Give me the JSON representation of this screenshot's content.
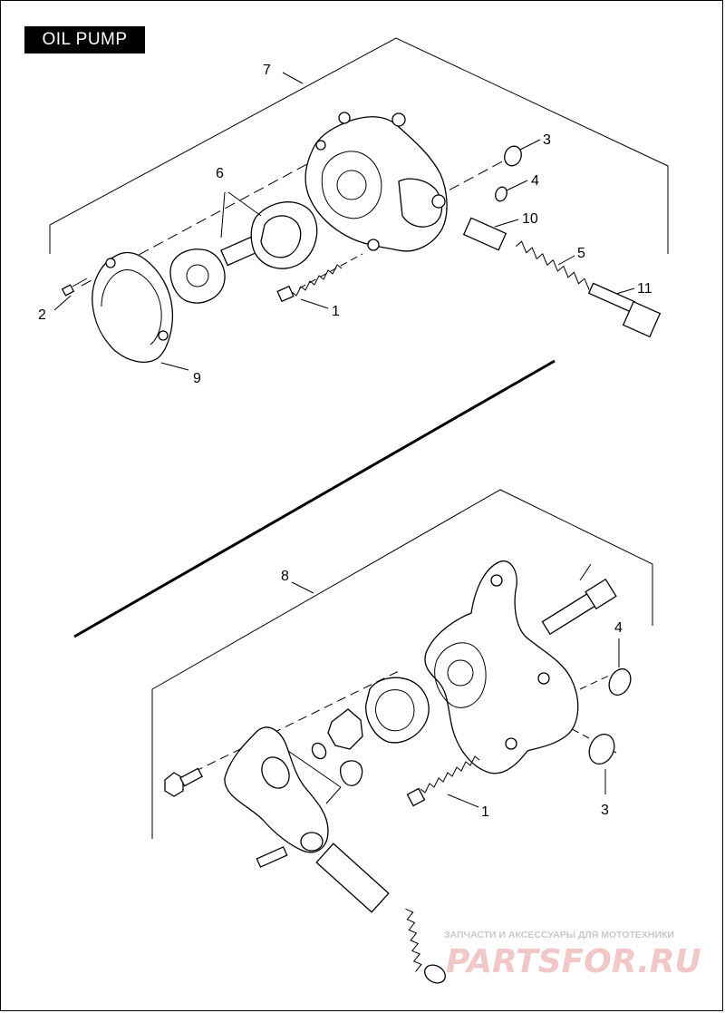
{
  "title": "OIL PUMP",
  "callouts_top": {
    "c1": "1",
    "c2": "2",
    "c3": "3",
    "c4": "4",
    "c5": "5",
    "c6": "6",
    "c7": "7",
    "c9": "9",
    "c10": "10",
    "c11": "11"
  },
  "callouts_bottom": {
    "c1": "1",
    "c3": "3",
    "c4": "4",
    "c8": "8"
  },
  "watermark": {
    "tagline": "ЗАПЧАСТИ И АКСЕССУАРЫ ДЛЯ МОТОТЕХНИКИ",
    "logo": "PARTSFOR.RU"
  }
}
